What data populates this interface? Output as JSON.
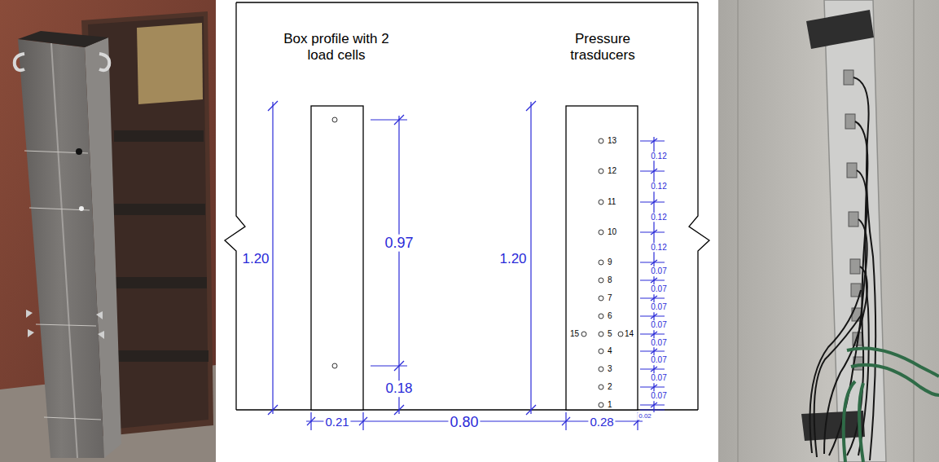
{
  "diagram": {
    "labels": [
      "Box profile with 2 load cells",
      "Pressure trasducers",
      "1.20",
      "0.97",
      "0.18",
      "1.20",
      "13",
      "12",
      "11",
      "10",
      "9",
      "8",
      "7",
      "6",
      "15",
      "5",
      "14",
      "4",
      "3",
      "2",
      "1",
      "0.12",
      "0.12",
      "0.12",
      "0.12",
      "0.07",
      "0.07",
      "0.07",
      "0.07",
      "0.07",
      "0.07",
      "0.07",
      "0.07",
      "0.02",
      "0.21",
      "0.80",
      "0.28"
    ]
  }
}
